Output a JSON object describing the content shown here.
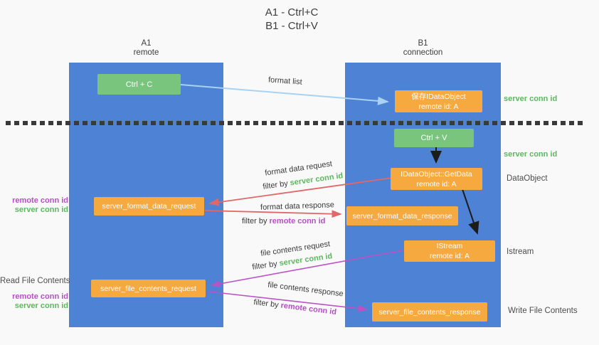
{
  "title": {
    "line1": "A1 - Ctrl+C",
    "line2": "B1 - Ctrl+V"
  },
  "columns": {
    "left": {
      "header_line1": "A1",
      "header_line2": "remote"
    },
    "right": {
      "header_line1": "B1",
      "header_line2": "connection"
    }
  },
  "boxes": {
    "ctrl_c": {
      "label": "Ctrl + C"
    },
    "save_idataobject": {
      "line1": "保存IDataObject",
      "line2": "remote id: A"
    },
    "ctrl_v": {
      "label": "Ctrl + V"
    },
    "getdata": {
      "line1": "IDataObject::GetData",
      "line2": "remote id: A"
    },
    "format_request": {
      "label": "server_format_data_request"
    },
    "format_response": {
      "label": "server_format_data_response"
    },
    "istream": {
      "line1": "IStream",
      "line2": "remote id: A"
    },
    "file_request": {
      "label": "server_file_contents_request"
    },
    "file_response": {
      "label": "server_file_contents_response"
    }
  },
  "arrow_labels": {
    "format_list": "format list",
    "format_request_line1": "format data request",
    "format_request_filter_prefix": "filter by ",
    "format_request_filter_key": "server conn id",
    "format_response_line1": "format data response",
    "format_response_filter_prefix": "filter by ",
    "format_response_filter_key": "remote conn id",
    "file_request_line1": "file contents request",
    "file_request_filter_prefix": "filter by ",
    "file_request_filter_key": "server conn id",
    "file_response_line1": "file contents response",
    "file_response_filter_prefix": "filter by ",
    "file_response_filter_key": "remote conn id"
  },
  "side_labels": {
    "right_server_conn_top": "server conn id",
    "right_server_conn_mid": "server conn id",
    "right_dataobject": "DataObject",
    "right_istream": "Istream",
    "right_write_file": "Write File Contents",
    "left_remote_conn_1": "remote conn id",
    "left_server_conn_1": "server conn id",
    "left_read_file": "Read File Contents",
    "left_remote_conn_2": "remote conn id",
    "left_server_conn_2": "server conn id"
  },
  "colors": {
    "bg": "#f9f9f9",
    "blue": "#4d82d4",
    "green_box": "#79c57e",
    "orange": "#f6a93e",
    "green_text": "#5bb85e",
    "purple_text": "#b44fc4",
    "red_arrow": "#e26868",
    "purple_arrow": "#bb53c5",
    "lightblue_arrow": "#a9d2f2"
  }
}
